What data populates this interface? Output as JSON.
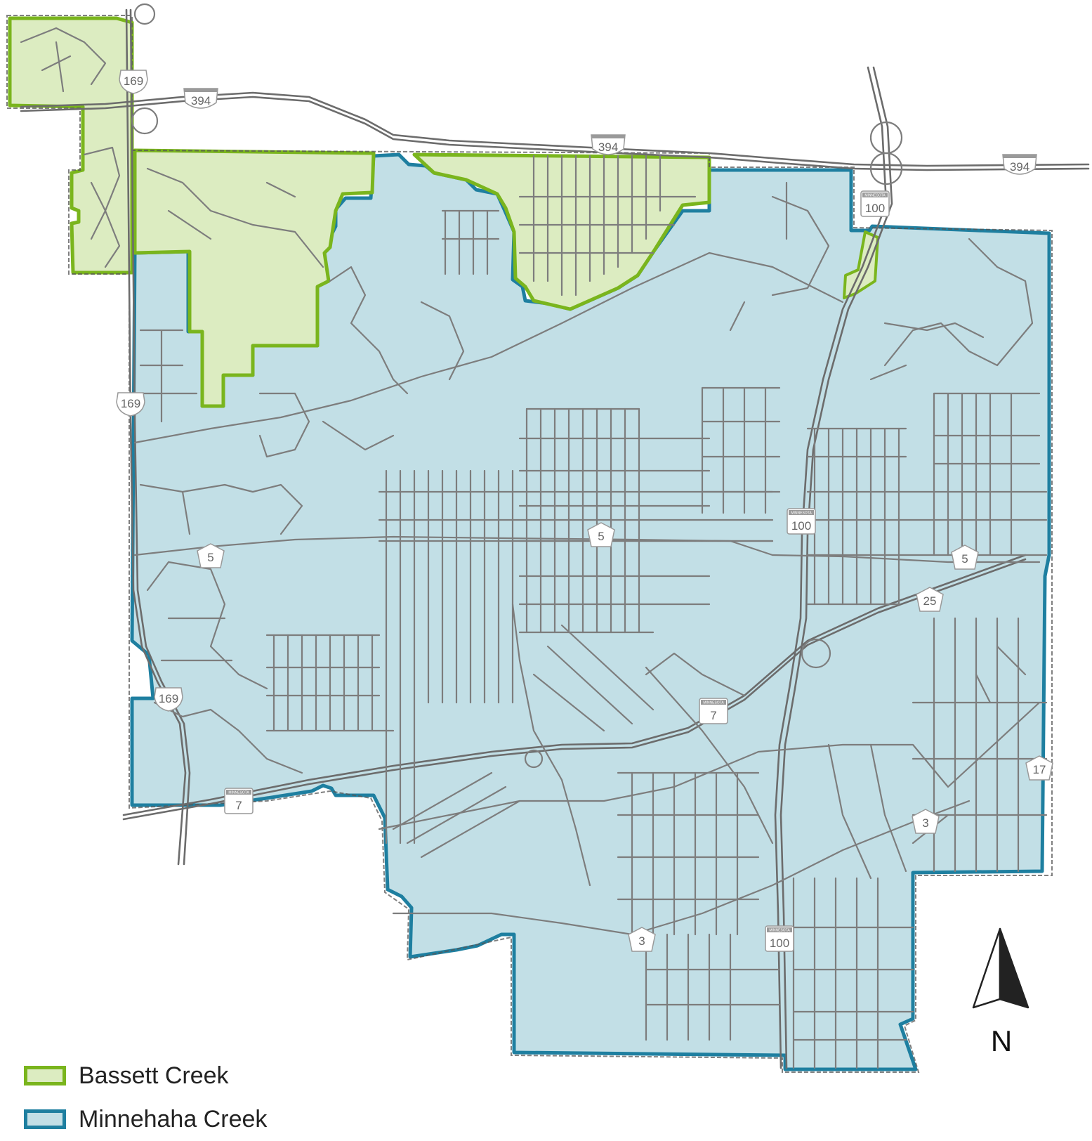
{
  "legend": {
    "items": [
      {
        "label": "Bassett Creek",
        "fill": "#dcecc1",
        "stroke": "#7ab51d"
      },
      {
        "label": "Minnehaha Creek",
        "fill": "#c2dfe6",
        "stroke": "#1e7fa0"
      }
    ]
  },
  "north_arrow": {
    "label": "N"
  },
  "shields": [
    {
      "type": "us",
      "label": "169"
    },
    {
      "type": "us",
      "label": "169"
    },
    {
      "type": "us",
      "label": "169"
    },
    {
      "type": "interstate",
      "label": "394"
    },
    {
      "type": "interstate",
      "label": "394"
    },
    {
      "type": "interstate",
      "label": "394"
    },
    {
      "type": "state",
      "label": "100",
      "state": "MINNESOTA"
    },
    {
      "type": "state",
      "label": "100",
      "state": "MINNESOTA"
    },
    {
      "type": "state",
      "label": "100",
      "state": "MINNESOTA"
    },
    {
      "type": "state",
      "label": "7",
      "state": "MINNESOTA"
    },
    {
      "type": "state",
      "label": "7",
      "state": "MINNESOTA"
    },
    {
      "type": "county",
      "label": "5"
    },
    {
      "type": "county",
      "label": "5"
    },
    {
      "type": "county",
      "label": "5"
    },
    {
      "type": "county",
      "label": "25"
    },
    {
      "type": "county",
      "label": "17"
    },
    {
      "type": "county",
      "label": "3"
    },
    {
      "type": "county",
      "label": "3"
    }
  ],
  "colors": {
    "bassett_fill": "#dcecc1",
    "bassett_stroke": "#7ab51d",
    "minnehaha_fill": "#c2dfe6",
    "minnehaha_stroke": "#1e7fa0",
    "road": "#7d7d7d",
    "boundary_dash": "#555555"
  }
}
